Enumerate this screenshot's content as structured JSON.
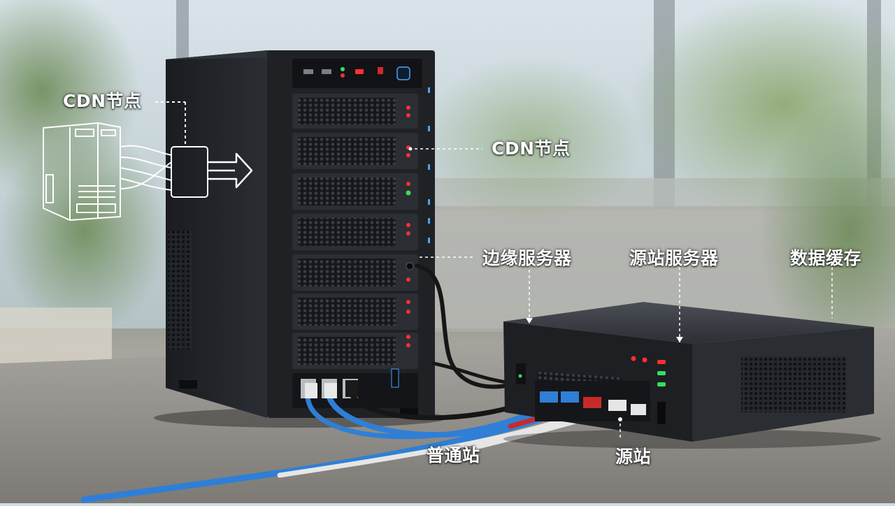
{
  "labels": {
    "cdn_node_left": "CDN节点",
    "cdn_node_right": "CDN节点",
    "edge_server": "边缘服务器",
    "origin_server": "源站服务器",
    "data_cache": "数据缓存",
    "normal_site": "普通站",
    "origin_site": "源站"
  },
  "colors": {
    "label_text": "#ffffff",
    "callout_line": "#ffffff",
    "led_red": "#ff3030",
    "led_green": "#33e060",
    "led_blue": "#4aa3ff",
    "cable_blue": "#2f7fd6",
    "cable_white": "#e6e6e6",
    "cable_black": "#161616",
    "cable_red": "#c62b2b"
  },
  "icons": [
    "server-outline-icon",
    "arrow-right-icon"
  ]
}
